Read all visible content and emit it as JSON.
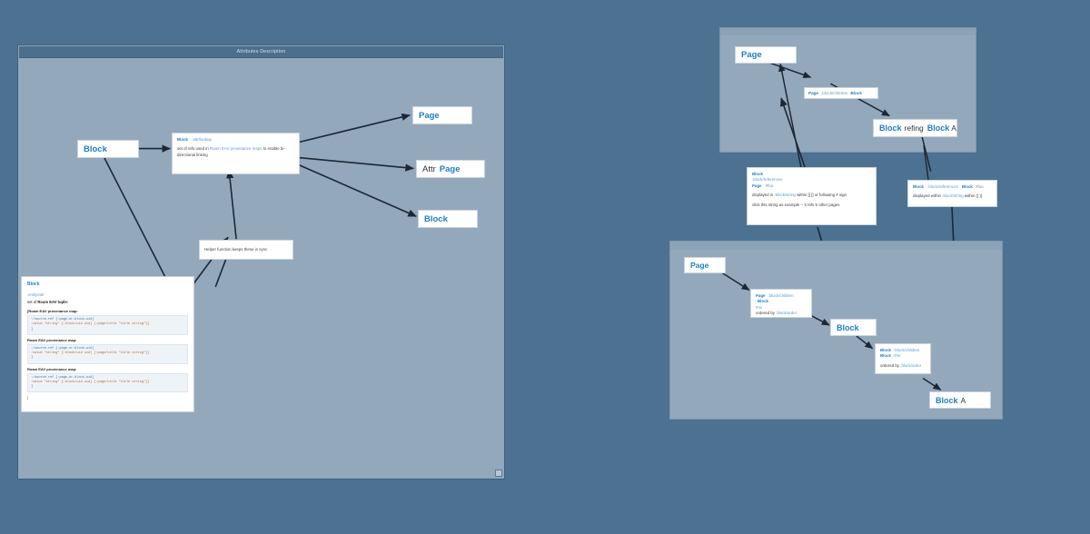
{
  "canvas": {
    "background_color": "#4d7291",
    "panel_color": "#94a8bc",
    "accent_color": "#1f7fc4"
  },
  "main_window": {
    "title": "Attributes Description",
    "nodes": {
      "block_left": "Block",
      "page_top_right": "Page",
      "attr_label": "Attr",
      "attr_page": "Page",
      "block_bottom_right": "Block"
    },
    "attr_card": {
      "head_entity": "Block",
      "head_attr": ":attr/lookup",
      "description": "set of refs used in Roam EAV provenance maps to enable bi-directional linking",
      "desc_prefix": "set of refs used in ",
      "desc_link": "Roam EAV provenance maps",
      "desc_suffix": " to enable bi-directional linking"
    },
    "helper_note": "Helper function keeps these in sync",
    "code_card": {
      "title": "Block",
      "subtitle": ":entity/attr",
      "lead_prefix": "set of ",
      "lead_strong": "Roam EAV tuple:",
      "sections": [
        {
          "label": "[Roam EAV provenance map:",
          "lines": [
            ":/source-ref [:page-or-block-uid]",
            ":value \"string\" [:block/uid uid] [:page/title \"title string\"]]",
            "]"
          ]
        },
        {
          "label": "Roam EAV provenance map:",
          "lines": [
            ":/source-ref [:page-or-block-uid]",
            ":value \"string\" [:block/uid uid] [:page/title \"title string\"]]",
            "]"
          ]
        },
        {
          "label": "Roam EAV provenance map:",
          "lines": [
            ":/source-ref [:page-or-block-uid]",
            ":value \"string\" [:block/uid uid] [:page/title \"title string\"]]",
            "]"
          ]
        }
      ],
      "tail": "]"
    }
  },
  "panel_top_right": {
    "nodes": {
      "page": "Page",
      "block_refing_entity": "Block",
      "block_refing_mid": "refing",
      "block_refing_target": "Block",
      "block_refing_suffix": "A"
    },
    "edge_label": {
      "subject": "Page",
      "attribute": ":block/children",
      "object": "Block"
    },
    "ref_card": {
      "subject": "Block",
      "attribute": ":block/references",
      "object": "Page",
      "object_tag": "#foo",
      "line_1_prefix": "displayed in ",
      "line_1_attr": ":block/string",
      "line_1_suffix": " within [[ ]]  or following # sign",
      "line_2": "click this string as example -- it refs 5 other pages"
    },
    "ref_card_small": {
      "subject": "Block",
      "attribute": ":block/references",
      "object": "Block",
      "object_tag": "#foo",
      "line_1_prefix": "displayed within ",
      "line_1_attr": ":block/string",
      "line_1_suffix": " within (( ))"
    }
  },
  "panel_bottom_right": {
    "nodes": {
      "page": "Page",
      "block": "Block",
      "block_a_entity": "Block",
      "block_a_suffix": "A"
    },
    "card_page_children": {
      "subject": "Page",
      "attribute": ":block/children",
      "object": "Block",
      "object_tag": "#ns",
      "ordered_prefix": "ordered by ",
      "ordered_attr": ":block/order"
    },
    "card_block_children": {
      "subject": "Block",
      "attribute": ":block/children",
      "object": "Block",
      "object_tag": "#ns",
      "ordered_prefix": "ordered by ",
      "ordered_attr": ":block/order"
    }
  }
}
